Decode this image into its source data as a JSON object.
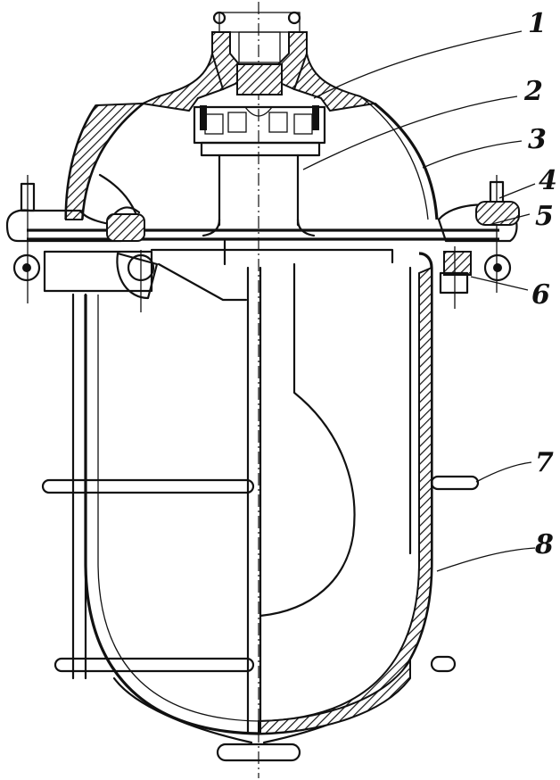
{
  "figure": {
    "callouts": [
      {
        "key": "c1",
        "label": "1"
      },
      {
        "key": "c2",
        "label": "2"
      },
      {
        "key": "c3",
        "label": "3"
      },
      {
        "key": "c4",
        "label": "4"
      },
      {
        "key": "c5",
        "label": "5"
      },
      {
        "key": "c6",
        "label": "6"
      },
      {
        "key": "c7",
        "label": "7"
      },
      {
        "key": "c8",
        "label": "8"
      }
    ]
  }
}
